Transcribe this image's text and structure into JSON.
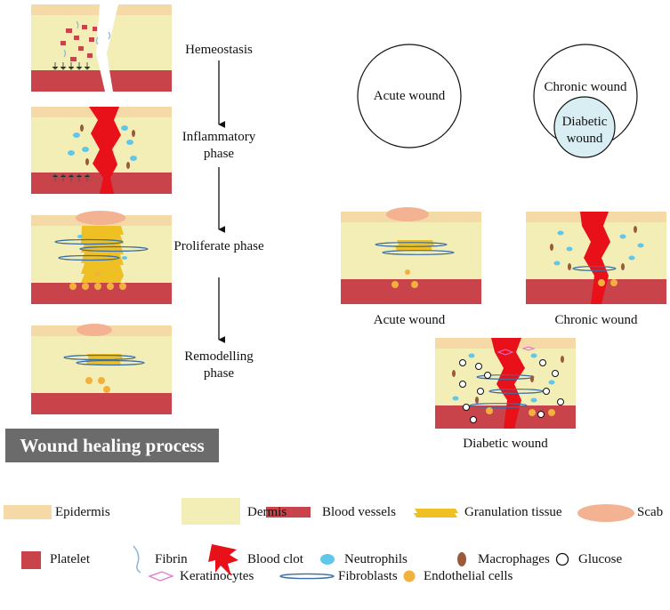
{
  "title": "Wound healing process",
  "phases": [
    "Hemeostasis",
    "Inflammatory phase",
    "Proliferate phase",
    "Remodelling phase"
  ],
  "venn": {
    "outer_left": "Acute wound",
    "outer_right": "Chronic wound",
    "inner": "Diabetic wound"
  },
  "panels": [
    "Acute wound",
    "Chronic wound",
    "Diabetic wound"
  ],
  "legend": [
    "Epidermis",
    "Dermis",
    "Blood vessels",
    "Granulation tissue",
    "Scab",
    "Platelet",
    "Fibrin",
    "Blood clot",
    "Neutrophils",
    "Macrophages",
    "Glucose",
    "Keratinocytes",
    "Fibroblasts",
    "Endothelial cells"
  ],
  "colors": {
    "epidermis": "#f5d9a6",
    "dermis": "#f3eeb6",
    "vessel": "#c8434a",
    "granulation": "#efc023",
    "scab": "#f3b291",
    "clot": "#e8111a",
    "neutrophil": "#5fc7ea",
    "macrophage": "#9b5a3c",
    "endothelial": "#f2b13d",
    "glucose_fill": "#ffffff",
    "diabetic_circle": "#d8eef3"
  }
}
